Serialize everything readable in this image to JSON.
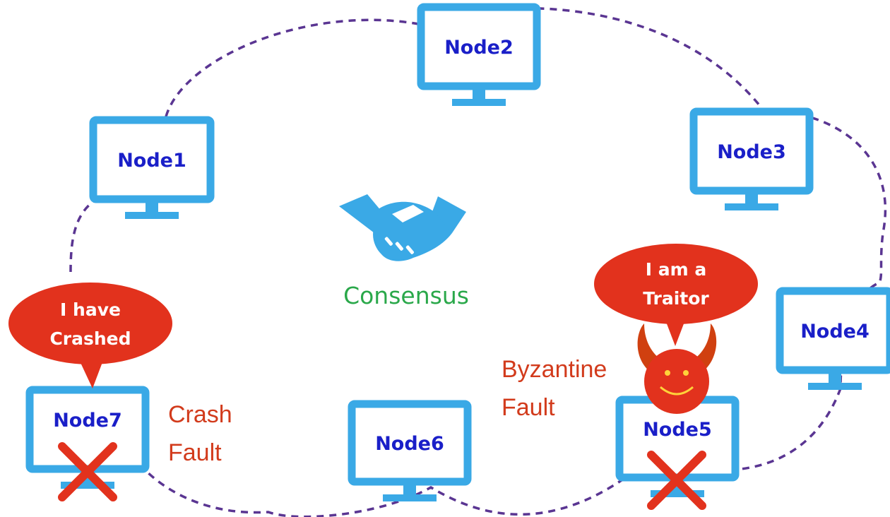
{
  "colors": {
    "monitor": "#3aa9e6",
    "node_text": "#1a1fc8",
    "cloud_line": "#5a3592",
    "bubble": "#e2321d",
    "fault_text": "#d23b1c",
    "consensus_text": "#2aa84a",
    "handshake": "#3aa9e6",
    "cross": "#e2321d",
    "devil": "#e2321d",
    "horn": "#d04010"
  },
  "nodes": [
    {
      "id": "node1",
      "label": "Node1"
    },
    {
      "id": "node2",
      "label": "Node2"
    },
    {
      "id": "node3",
      "label": "Node3"
    },
    {
      "id": "node4",
      "label": "Node4"
    },
    {
      "id": "node5",
      "label": "Node5"
    },
    {
      "id": "node6",
      "label": "Node6"
    },
    {
      "id": "node7",
      "label": "Node7"
    }
  ],
  "consensus": {
    "label": "Consensus",
    "icon": "handshake-icon"
  },
  "crash": {
    "bubble_line1": "I have",
    "bubble_line2": "Crashed",
    "fault_line1": "Crash",
    "fault_line2": "Fault",
    "icon": "cross-icon"
  },
  "byzantine": {
    "bubble_line1": "I am a",
    "bubble_line2": "Traitor",
    "fault_line1": "Byzantine",
    "fault_line2": "Fault",
    "icon": "devil-icon"
  }
}
